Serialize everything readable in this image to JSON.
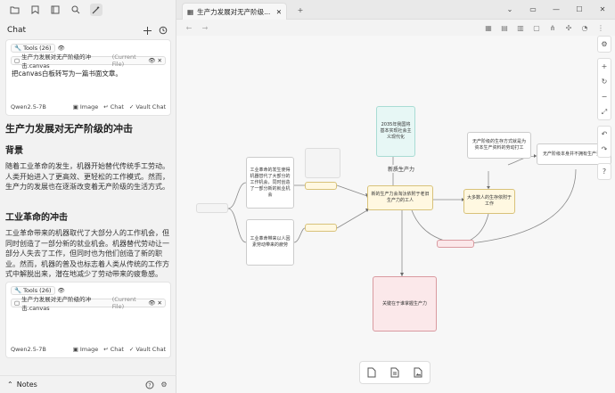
{
  "sidebar": {
    "chat_title": "Chat",
    "box1": {
      "tools_label": "Tools (26)",
      "file_chip": "生产力发展对无产阶级的冲击.canvas",
      "file_tag": "(Current File)",
      "message": "把canvas白板转写为一篇书面文章。",
      "model": "Qwen2.5-7B",
      "image_label": "Image",
      "chat_label": "Chat",
      "vault_label": "Vault Chat"
    },
    "doc": {
      "h1": "生产力发展对无产阶级的冲击",
      "h2_bg": "背景",
      "p_bg": "随着工业革命的发生，机器开始替代传统手工劳动。人类开始进入了更高效、更轻松的工作模式。然而，生产力的发展也在逐渐改变着无产阶级的生活方式。",
      "h2_ir": "工业革命的冲击",
      "p_ir": "工业革命带来的机器取代了大部分人的工作机会，但同时创造了一部分新的就业机会。机器替代劳动让一部分人失去了工作，但同时也为他们创造了新的职业。然而，机器的普及也标志着人类从传统的工作方式中解脱出来，潜在地减少了劳动带来的疲惫感。"
    },
    "box2": {
      "tools_label": "Tools (26)",
      "file_chip": "生产力发展对无产阶级的冲击.canvas",
      "file_tag": "(Current File)",
      "model": "Qwen2.5-7B",
      "image_label": "Image",
      "chat_label": "Chat",
      "vault_label": "Vault Chat"
    },
    "notes_label": "Notes"
  },
  "tab": {
    "title": "生产力发展对无产阶级..."
  },
  "canvas": {
    "nodes": {
      "top_center": "2035年我国将基本实现社会主义现代化",
      "left_top": "工业革命的发生使得机器替代了大部分的工作机会，同时创造了一部分新的就业机会",
      "left_bottom": "工业革命带来以人因素劳动带来的疲劳",
      "center": "新的生产力会淘汰依附于老旧生产力的工人",
      "right_top": "无产阶级的生存方式就是为资本生产资料的劳动打工",
      "right_far": "无产阶级本身并不拥有生产资料",
      "right_yellow": "大多数人的生存依附于工作",
      "bottom_pink": "关键在于谁掌握生产力"
    },
    "edge_label": "新质生产力"
  }
}
